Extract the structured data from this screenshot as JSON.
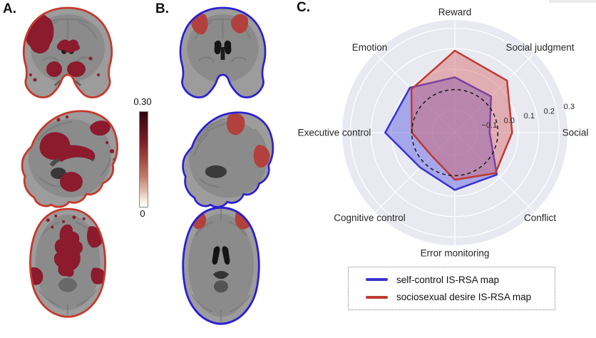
{
  "panels": {
    "a": {
      "label": "A.",
      "outline_color": "#c5392c",
      "cluster_color": "#8b1b2d"
    },
    "b": {
      "label": "B.",
      "outline_color": "#2b1fd3",
      "cluster_color": "#b2413d"
    },
    "c": {
      "label": "C."
    }
  },
  "colorbar": {
    "max_label": "0.30",
    "min_label": "0"
  },
  "chart_data": {
    "type": "radar",
    "title": "",
    "categories": [
      "Reward",
      "Social judgment",
      "Social",
      "Conflict",
      "Error monitoring",
      "Cognitive control",
      "Executive control",
      "Emotion"
    ],
    "series": [
      {
        "name": "self-control IS-RSA map",
        "color": "#3a33cf",
        "fill": "rgba(85,85,225,0.45)",
        "values": [
          0.06,
          0.04,
          -0.04,
          0.08,
          0.07,
          0.03,
          0.13,
          0.1
        ]
      },
      {
        "name": "sociosexual desire IS-RSA map",
        "color": "#c03a31",
        "fill": "rgba(210,90,90,0.42)",
        "values": [
          0.19,
          0.15,
          0.07,
          0.07,
          0.02,
          -0.05,
          0.0,
          0.09
        ]
      }
    ],
    "r_ticks": [
      -0.1,
      0.0,
      0.1,
      0.2,
      0.3
    ],
    "r_min": -0.21,
    "r_max": 0.34,
    "zero_circle": 0.0,
    "bg_color": "#e9e9f2",
    "grid_color": "#ffffff",
    "tick_label_angle_deg": 13,
    "legend_position": "bottom"
  },
  "legend": {
    "items": [
      {
        "label": "self-control IS-RSA map",
        "color": "#3a33cf"
      },
      {
        "label": "sociosexual desire IS-RSA map",
        "color": "#c03a31"
      }
    ]
  }
}
